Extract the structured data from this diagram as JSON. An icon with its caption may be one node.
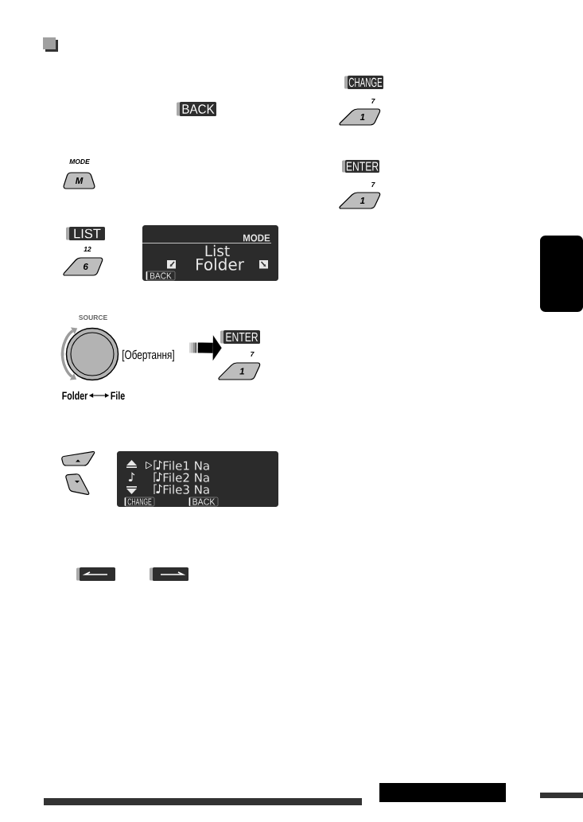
{
  "diagram": {
    "nodes": [
      {
        "text": [
          "BACK"
        ]
      },
      {
        "text": [
          "M"
        ],
        "beside": [
          "MODE"
        ]
      },
      {
        "text": [
          "LIST"
        ]
      },
      {
        "text": [
          "6"
        ],
        "beside": [
          "12"
        ]
      },
      {
        "text": [
          "MODE",
          "List",
          "Folder"
        ]
      },
      {
        "text": [
          "BACK"
        ],
        "in": 4
      },
      {
        "text": [
          "SOURCE"
        ],
        "beside": [
          "[Обертання]"
        ]
      },
      {
        "text": [
          "ENTER"
        ]
      },
      {
        "text": [
          "1"
        ],
        "beside": [
          "7"
        ]
      },
      {
        "text": [
          "Folder"
        ]
      },
      {
        "text": [
          "File"
        ]
      },
      {
        "text": [],
        "shape": "box"
      },
      {
        "text": [],
        "shape": "box"
      },
      {
        "text": [
          "File1 Na",
          "File2 Na",
          "File3 Na"
        ]
      },
      {
        "text": [
          "CHANGE"
        ],
        "in": 13
      },
      {
        "text": [
          "BACK"
        ],
        "in": 13
      },
      {
        "text": [],
        "shape": "box"
      },
      {
        "text": [],
        "shape": "box"
      },
      {
        "text": [
          "CHANGE"
        ]
      },
      {
        "text": [
          "1"
        ],
        "beside": [
          "7"
        ]
      },
      {
        "text": [
          "ENTER"
        ]
      },
      {
        "text": [
          "1"
        ],
        "beside": [
          "7"
        ]
      },
      {
        "text": [],
        "shape": "box"
      }
    ],
    "edges": [
      {
        "from": 6,
        "to": 7,
        "arrow": "to",
        "style": "thick"
      },
      {
        "from": 9,
        "to": 10,
        "arrow": "both"
      }
    ]
  }
}
